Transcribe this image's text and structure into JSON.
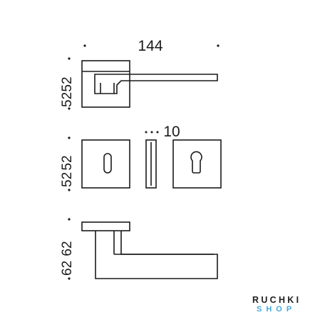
{
  "dimensions": {
    "handle_length": "144",
    "rose_height_1": "52",
    "rose_height_2": "52",
    "escutcheon_width": "10",
    "handle_height": "62"
  },
  "logo": {
    "line1": "RUCHKI",
    "line2": "SHOP",
    "color_line1": "#1f1f1f",
    "color_line2": "#44aadd"
  },
  "colors": {
    "line": "#1a1a1a",
    "background": "#ffffff"
  }
}
